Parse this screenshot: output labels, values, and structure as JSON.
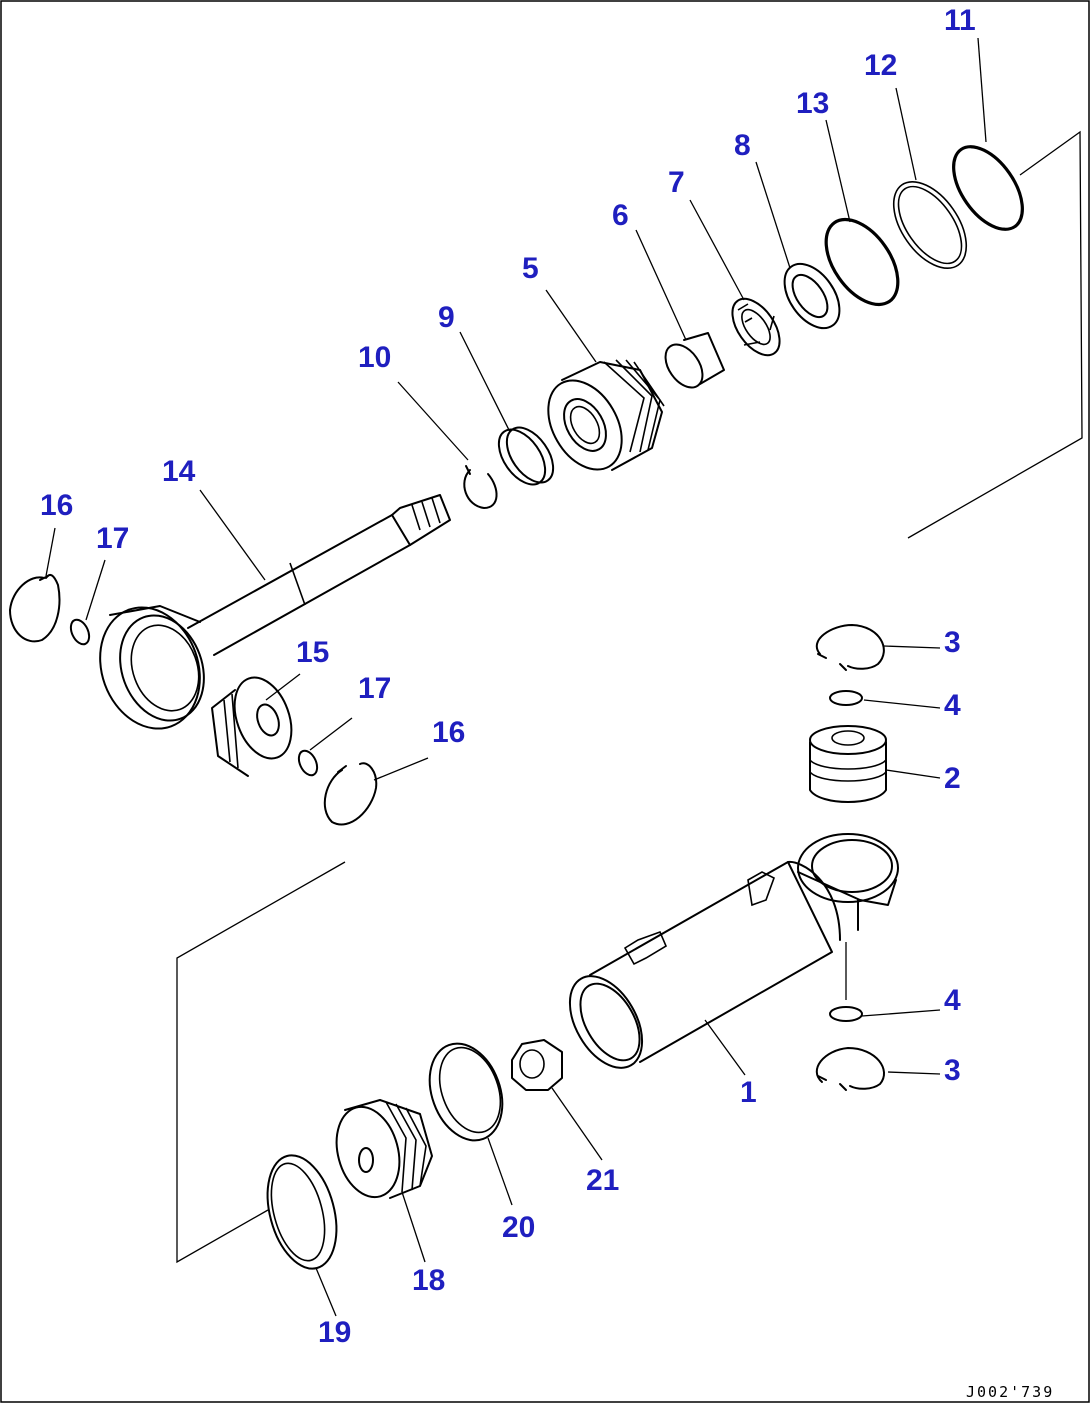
{
  "diagram": {
    "label_color": "#1f1fbf",
    "drawing_code": "J002'739",
    "labels": {
      "p1": "1",
      "p2": "2",
      "p3a": "3",
      "p3b": "3",
      "p4a": "4",
      "p4b": "4",
      "p5": "5",
      "p6": "6",
      "p7": "7",
      "p8": "8",
      "p9": "9",
      "p10": "10",
      "p11": "11",
      "p12": "12",
      "p13": "13",
      "p14": "14",
      "p15": "15",
      "p16a": "16",
      "p16b": "16",
      "p17a": "17",
      "p17b": "17",
      "p18": "18",
      "p19": "19",
      "p20": "20",
      "p21": "21"
    }
  }
}
